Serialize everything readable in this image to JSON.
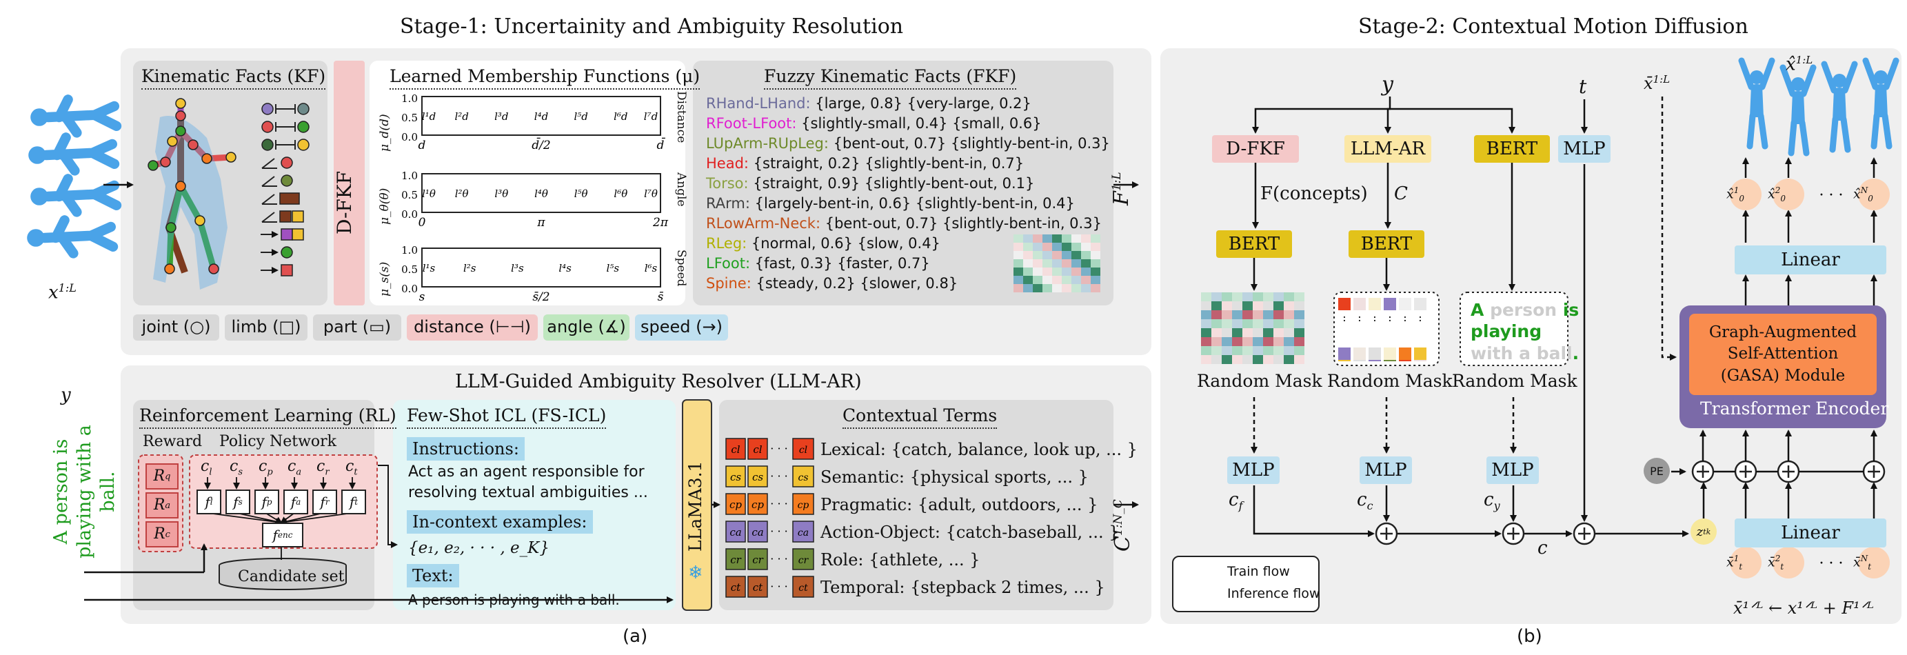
{
  "stage1": {
    "title": "Stage-1: Uncertainity and Ambiguity Resolution",
    "input_label": "x",
    "input_sup": "1:L",
    "output_label": "F",
    "output_sup": "1:L",
    "kf": {
      "title": "Kinematic Facts (KF)",
      "legend": {
        "joint": "joint (○)",
        "limb": "limb (□)",
        "part": "part (▭)",
        "distance": "distance (⊢⊣)",
        "angle": "angle (∡)",
        "speed": "speed (→)"
      }
    },
    "dfkf_label": "D-FKF",
    "membership": {
      "title": "Learned Membership Functions (μ)",
      "distance": {
        "ylabel": "μ_d(d)",
        "side": "Distance",
        "ticks": [
          "d",
          "d̄/2",
          "d̄"
        ],
        "labels": [
          "l¹d",
          "l²d",
          "l³d",
          "l⁴d",
          "l⁵d",
          "l⁶d",
          "l⁷d"
        ]
      },
      "angle": {
        "ylabel": "μ_θ(θ)",
        "side": "Angle",
        "ticks": [
          "0",
          "π",
          "2π"
        ],
        "labels": [
          "l¹θ",
          "l²θ",
          "l³θ",
          "l⁴θ",
          "l⁵θ",
          "l⁶θ",
          "l⁷θ"
        ]
      },
      "speed": {
        "ylabel": "μ_s(s)",
        "side": "Speed",
        "ticks": [
          "s",
          "s̄/2",
          "s̄"
        ],
        "labels": [
          "l¹s",
          "l²s",
          "l³s",
          "l⁴s",
          "l⁵s",
          "l⁶s"
        ]
      },
      "yticks": [
        "1.0",
        "0.5",
        "0.0"
      ]
    },
    "fkf": {
      "title": "Fuzzy Kinematic Facts (FKF)",
      "rows": [
        {
          "part": "RHand-LHand:",
          "text": " {large, 0.8} {very-large, 0.2}",
          "color": "#6a6a9a"
        },
        {
          "part": "RFoot-LFoot:",
          "text": " {slightly-small, 0.4} {small, 0.6}",
          "color": "#e020d0"
        },
        {
          "part": "LUpArm-RUpLeg:",
          "text": " {bent-out, 0.7} {slightly-bent-in, 0.3}",
          "color": "#6e8a2a"
        },
        {
          "part": "Head:",
          "text": " {straight, 0.2} {slightly-bent-in, 0.7}",
          "color": "#e02020"
        },
        {
          "part": "Torso:",
          "text": " {straight, 0.9} {slightly-bent-out, 0.1}",
          "color": "#8aa040"
        },
        {
          "part": "RArm:",
          "text": " {largely-bent-in, 0.6} {slightly-bent-in, 0.4}",
          "color": "#404040"
        },
        {
          "part": "RLowArm-Neck:",
          "text": " {bent-out, 0.7} {slightly-bent-in, 0.3}",
          "color": "#c0501a"
        },
        {
          "part": "RLeg:",
          "text": " {normal, 0.6} {slow, 0.4}",
          "color": "#b0b000"
        },
        {
          "part": "LFoot:",
          "text": " {fast, 0.3} {faster, 0.7}",
          "color": "#20a020"
        },
        {
          "part": "Spine:",
          "text": " {steady, 0.2} {slower, 0.8}",
          "color": "#d05010"
        }
      ]
    },
    "llmar": {
      "title": "LLM-Guided Ambiguity Resolver (LLM-AR)",
      "y_label": "y",
      "side_text": "A person is playing with a ball.",
      "rl": {
        "title": "Reinforcement Learning (RL)",
        "reward": "Reward",
        "policy": "Policy Network",
        "rewards": [
          "R",
          "R",
          "R"
        ],
        "reward_subs": [
          "q",
          "a",
          "c"
        ],
        "c_subs": [
          "l",
          "s",
          "p",
          "a",
          "r",
          "t"
        ],
        "f_subs": [
          "l",
          "s",
          "p",
          "a",
          "r",
          "t"
        ],
        "enc_label": "f",
        "enc_sub": "enc",
        "candidate": "Candidate set"
      },
      "icl": {
        "title": "Few-Shot ICL (FS-ICL)",
        "instructions_tag": "Instructions:",
        "instructions_text1": "Act as an agent responsible for",
        "instructions_text2": "resolving textual ambiguities ...",
        "examples_tag": "In-context examples:",
        "examples_text": "{e₁, e₂, · · · , e_K}",
        "text_tag": "Text:",
        "text_value": "A person is playing with a ball."
      },
      "llama": "LLaMA3.1",
      "terms": {
        "title": "Contextual Terms",
        "rows": [
          {
            "sub": "l",
            "text": "Lexical: {catch, balance, look up, ... }",
            "color": "#e8401e"
          },
          {
            "sub": "s",
            "text": "Semantic: {physical sports, ... }",
            "color": "#f1c232"
          },
          {
            "sub": "p",
            "text": "Pragmatic: {adult, outdoors, ... }",
            "color": "#f47c20"
          },
          {
            "sub": "a",
            "text": "Action-Object: {catch-baseball, ... }",
            "color": "#8e7cc3"
          },
          {
            "sub": "r",
            "text": "Role: {athlete, ... }",
            "color": "#6e8a3a"
          },
          {
            "sub": "t",
            "text": "Temporal: {stepback 2 times, ... }",
            "color": "#b85a2a"
          }
        ]
      },
      "output_label": "C",
      "output_sup": "1:N_C"
    },
    "caption": "(a)"
  },
  "stage2": {
    "title": "Stage-2: Contextual Motion Diffusion",
    "y": "y",
    "t": "t",
    "blocks": {
      "dfkf": "D-FKF",
      "llmar": "LLM-AR",
      "bert": "BERT",
      "mlp": "MLP",
      "fconcepts": "F(concepts)",
      "c": "C",
      "random_mask": "Random Mask",
      "person_text": [
        "A",
        " person ",
        "is",
        "playing",
        "with a ball",
        "."
      ],
      "cf": "c",
      "cf_sub": "f",
      "cc": "c",
      "cc_sub": "c",
      "cy": "c",
      "cy_sub": "y",
      "csum": "c",
      "ztk": "z",
      "ztk_sub": "tk",
      "pe": "PE",
      "linear": "Linear",
      "gasa": [
        "Graph-Augmented",
        "Self-Attention",
        "(GASA) Module"
      ],
      "transformer": "Transformer Encoder",
      "xbar": "x̄",
      "xbar_sup": "1:L",
      "xhat": "x̂",
      "xhat_sup": "1:L",
      "x0_sups": [
        "1",
        "2",
        "N"
      ],
      "xt_sups": [
        "1",
        "2",
        "N"
      ],
      "bottom_formula": "x̄¹ᐟᴸ ← x¹ᐟᴸ + F¹ᐟᴸ",
      "legend_train": "Train flow",
      "legend_infer": "Inference flow"
    },
    "caption": "(b)"
  },
  "colors": {
    "panel_bg": "#efefef",
    "sub_bg": "#dcdcdc",
    "dfkf_pink": "#f4c8c8",
    "bert_yellow": "#e2c21a",
    "mlp_blue": "#bfe0f0",
    "gasa_orange": "#f98c4e",
    "transformer_purple": "#7b6aa8",
    "linear_blue": "#b9e0f0",
    "token_orange": "#fbd3b6",
    "red_curve": "#c02020",
    "green_curve": "#20a020",
    "blue_curve": "#2020b0",
    "figure_blue": "#4aa3e8",
    "text_green": "#1e9b1e"
  }
}
